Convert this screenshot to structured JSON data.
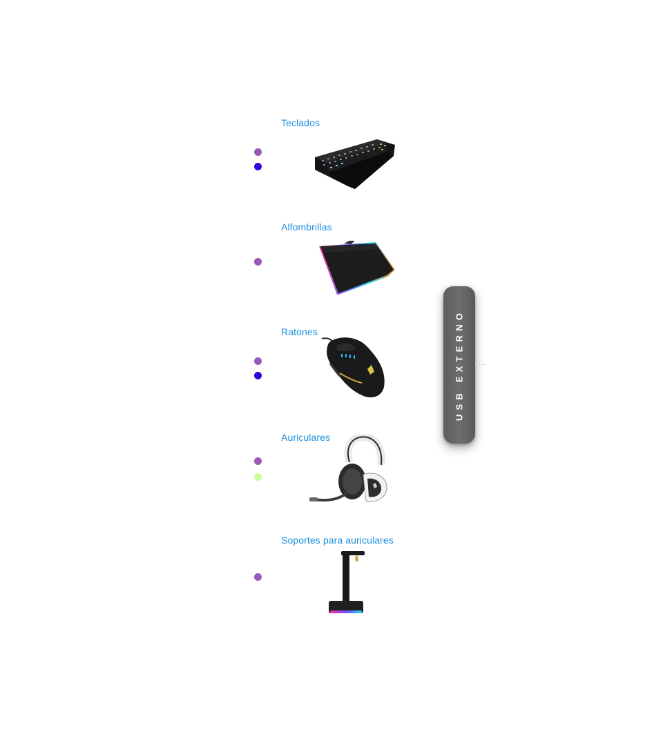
{
  "categories": [
    {
      "title": "Teclados",
      "dots": [
        "#9b59b6",
        "#3300dd"
      ],
      "product": "keyboard"
    },
    {
      "title": "Alfombrillas",
      "dots": [
        "#9b59b6"
      ],
      "product": "mousepad"
    },
    {
      "title": "Ratones",
      "dots": [
        "#9b59b6",
        "#3300dd"
      ],
      "product": "mouse"
    },
    {
      "title": "Auriculares",
      "dots": [
        "#9b59b6",
        "#ccff99"
      ],
      "product": "headset"
    },
    {
      "title": "Soportes para auriculares",
      "dots": [
        "#9b59b6"
      ],
      "product": "headset-stand"
    }
  ],
  "usb_button": {
    "label": "USB EXTERNO"
  },
  "colors": {
    "link": "#1a8fe0",
    "dot_purple": "#9b59b6",
    "dot_blue": "#3300dd",
    "dot_green": "#ccff99",
    "pill": "#666666"
  }
}
